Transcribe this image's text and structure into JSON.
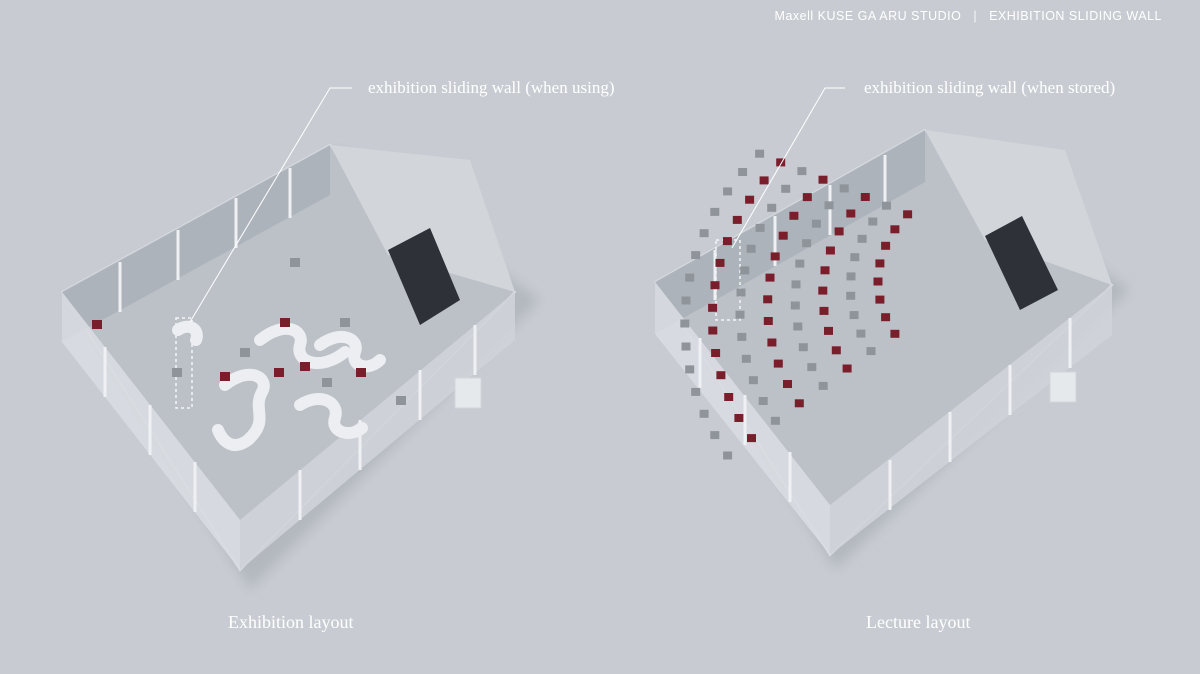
{
  "header": {
    "studio": "Maxell KUSE GA ARU STUDIO",
    "separator": "|",
    "title": "EXHIBITION SLIDING WALL"
  },
  "left_panel": {
    "callout": "exhibition sliding wall (when using)",
    "caption": "Exhibition layout"
  },
  "right_panel": {
    "callout": "exhibition sliding wall (when stored)",
    "caption": "Lecture layout"
  },
  "colors": {
    "background": "#c8ccd2",
    "floor": "#b9bec5",
    "wall": "#e3e6ea",
    "glass": "#aeb4bc",
    "chair_red": "#7a1e2b",
    "chair_gray": "#8f949a",
    "text": "#ffffff"
  }
}
